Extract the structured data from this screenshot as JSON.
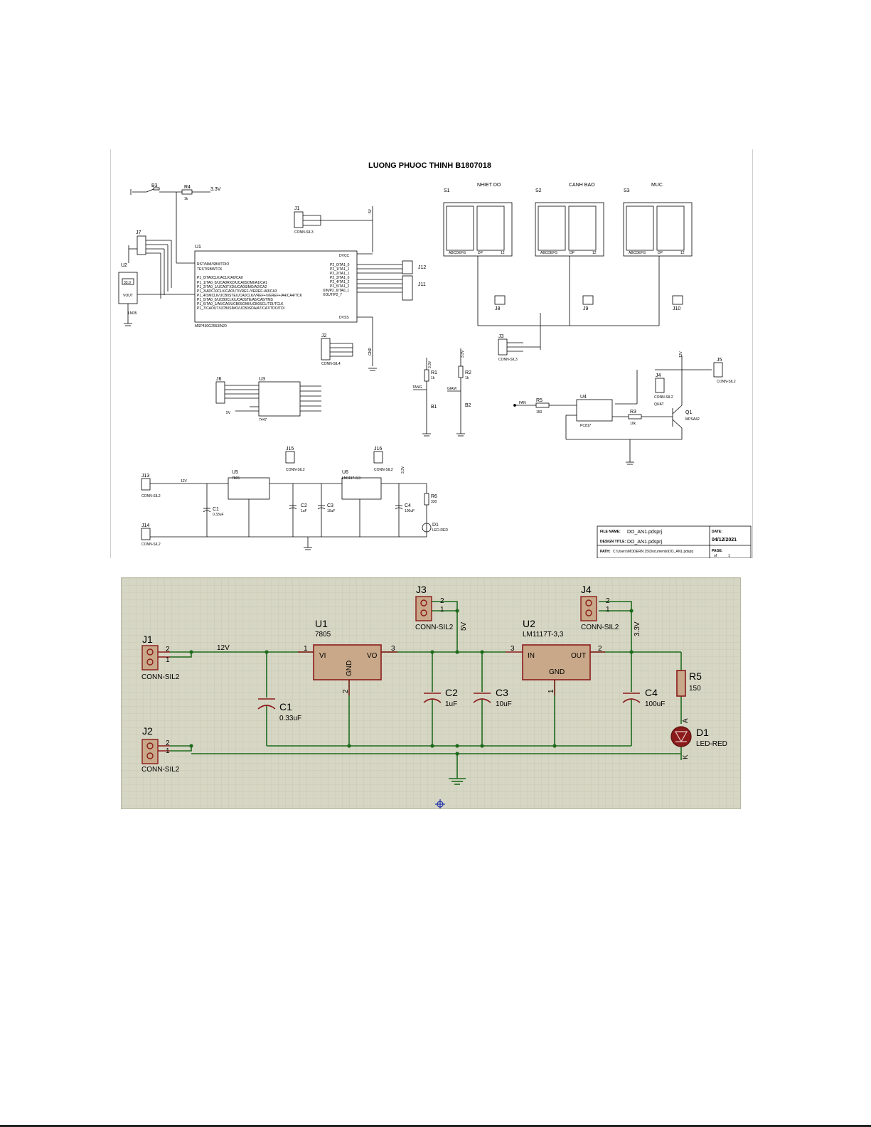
{
  "schematic_full": {
    "title": "LUONG PHUOC THINH B1807018",
    "displays": [
      {
        "ref": "S1",
        "label": "NHIET DO",
        "seg": "ABCDEFG",
        "dp": "DP",
        "digits": "12",
        "conn": "J8"
      },
      {
        "ref": "S2",
        "label": "CANH BAO",
        "seg": "ABCDEFG",
        "dp": "DP",
        "digits": "12",
        "conn": "J9"
      },
      {
        "ref": "S3",
        "label": "MUC",
        "seg": "ABCDEFG",
        "dp": "DP",
        "digits": "12",
        "conn": "J10"
      }
    ],
    "components": {
      "b3": "B3",
      "r4": "R4",
      "r4_val": "1k",
      "v33a": "3.3V",
      "j1": "J1",
      "j1_type": "CONN-SIL3",
      "j7": "J7",
      "u2": "U2",
      "u2_val": "33.0",
      "u2_pin": "VOUT",
      "u2_name": "LM35",
      "u1": "U1",
      "u1_name": "MSP430G2553IN20",
      "dvcc": "DVCC",
      "dvss": "DVSS",
      "v5": "5V",
      "j12": "J12",
      "j11": "J11",
      "j2": "J2",
      "j2_type": "CONN-SIL4",
      "j3": "J3",
      "j3_type": "CONN-SIL3",
      "j6": "J6",
      "u3": "U3",
      "u3_name": "7447",
      "r1": "R1",
      "r1_val": "1k",
      "b1": "B1",
      "tang": "TANG",
      "r2": "R2",
      "r2_val": "1k",
      "b2": "B2",
      "giam": "GIAM",
      "j4": "J4",
      "j4_type": "CONN-SIL2",
      "j5": "J5",
      "j5_type": "CONN-SIL2",
      "quat": "QUAT",
      "fan": "FAN",
      "r5": "R5",
      "r5_val": "150",
      "u4": "U4",
      "u4_name": "PC817",
      "r3": "R3",
      "r3_val": "10k",
      "q1": "Q1",
      "q1_name": "MPSA42",
      "j13": "J13",
      "j14": "J14",
      "j15": "J15",
      "j16": "J16",
      "sil2": "CONN-SIL2",
      "u5": "U5",
      "u5_name": "7805",
      "u6": "U6",
      "u6_name": "LM1117-3,3",
      "v12": "12V",
      "v33": "3,3V",
      "c1": "C1",
      "c1_val": "0.33uF",
      "c2": "C2",
      "c2_val": "1uF",
      "c3": "C3",
      "c3_val": "10uF",
      "c4": "C4",
      "c4_val": "100uF",
      "r6": "R6",
      "r6_val": "330",
      "d1": "D1",
      "d1_name": "LED-RED"
    },
    "u1_pins_left": [
      "RST/NMI/SBWTDIO",
      "TEST/SBWTCK",
      "P1_0/TA0CLK/ACLK/A0/CA0",
      "P1_1/TA0_0/UCA0RXD/UCA0SOMI/A1/CA1",
      "P1_2/TA0_1/UCA0TXD/UCA0SIMO/A2/CA2",
      "P1_3/ADC10CLK/CAOUT/VREF-/VEREF-/A3/CA3",
      "P1_4/SMCLK/UCB0STE/UCA0CLK/VREF+/VEREF+/A4/CA4/TCK",
      "P1_5/TA0_0/UCB0CLK/UCA0STE/A5/CA5/TMS",
      "P1_6/TA0_1/A6/CA6/UCB0SOMI/UCB0SCL/TDI/TCLK",
      "P1_7/CAOUT/UCB0SIMO/UCB0SDA/A7/CA7/TDO/TDI"
    ],
    "u1_pins_right": [
      "P2_0/TA1_0",
      "P2_1/TA1_1",
      "P2_2/TA1_1",
      "P2_3/TA1_0",
      "P2_4/TA1_2",
      "P2_5/TA1_2",
      "XIN/P2_6/TA0_1",
      "XOUT/P2_7"
    ],
    "title_block": {
      "file_name_label": "FILE NAME:",
      "file_name": "DO_AN1.pdsprj",
      "design_title_label": "DESIGN TITLE:",
      "design_title": "DO_AN1.pdsprj",
      "path_label": "PATH:",
      "path": "C:\\Users\\MODERN 15\\Documents\\DO_AN1.pdsprj",
      "date_label": "DATE:",
      "date": "04/12/2021",
      "page_label": "PAGE:",
      "page_of": "of",
      "page_num": "1"
    }
  },
  "schematic_power": {
    "j1": {
      "ref": "J1",
      "type": "CONN-SIL2",
      "pin2": "2",
      "pin1": "1"
    },
    "j2": {
      "ref": "J2",
      "type": "CONN-SIL2",
      "pin2": "2",
      "pin1": "1"
    },
    "j3": {
      "ref": "J3",
      "type": "CONN-SIL2",
      "pin2": "2",
      "pin1": "1"
    },
    "j4": {
      "ref": "J4",
      "type": "CONN-SIL2",
      "pin2": "2",
      "pin1": "1"
    },
    "u1": {
      "ref": "U1",
      "name": "7805",
      "vi": "VI",
      "vo": "VO",
      "gnd": "GND",
      "pin1": "1",
      "pin2": "2",
      "pin3": "3"
    },
    "u2": {
      "ref": "U2",
      "name": "LM1117T-3,3",
      "in": "IN",
      "out": "OUT",
      "gnd": "GND",
      "pin1": "1",
      "pin2": "2",
      "pin3": "3"
    },
    "c1": {
      "ref": "C1",
      "val": "0.33uF"
    },
    "c2": {
      "ref": "C2",
      "val": "1uF"
    },
    "c3": {
      "ref": "C3",
      "val": "10uF"
    },
    "c4": {
      "ref": "C4",
      "val": "100uF"
    },
    "r5": {
      "ref": "R5",
      "val": "150"
    },
    "d1": {
      "ref": "D1",
      "name": "LED-RED",
      "a": "A",
      "k": "K"
    },
    "net_12v": "12V",
    "net_5v": "5V",
    "net_33v": "3.3V"
  },
  "colors": {
    "wire": "#1d6b1d",
    "component": "#8b1a1a",
    "body": "#c8a888",
    "grid": "#c4c4b0",
    "bg": "#d6d6c4"
  }
}
